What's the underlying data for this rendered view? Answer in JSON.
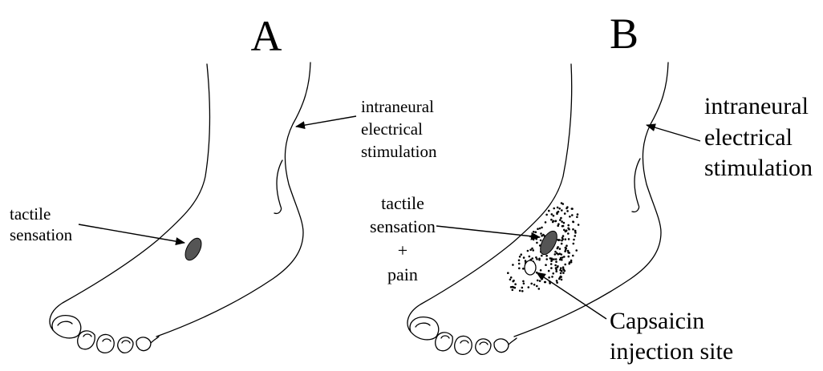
{
  "panels": {
    "a": {
      "letter": "A",
      "stim_label": [
        "intraneural",
        "electrical",
        "stimulation"
      ],
      "tactile_label": [
        "tactile",
        "sensation"
      ]
    },
    "b": {
      "letter": "B",
      "stim_label": [
        "intraneural",
        "electrical",
        "stimulation"
      ],
      "tactile_label": [
        "tactile",
        "sensation",
        "+",
        "pain"
      ],
      "injection_label": [
        "Capsaicin",
        "injection site"
      ]
    }
  },
  "colors": {
    "line": "#000000",
    "sensation_spot": "#555555",
    "injection_spot": "#ffffff"
  }
}
